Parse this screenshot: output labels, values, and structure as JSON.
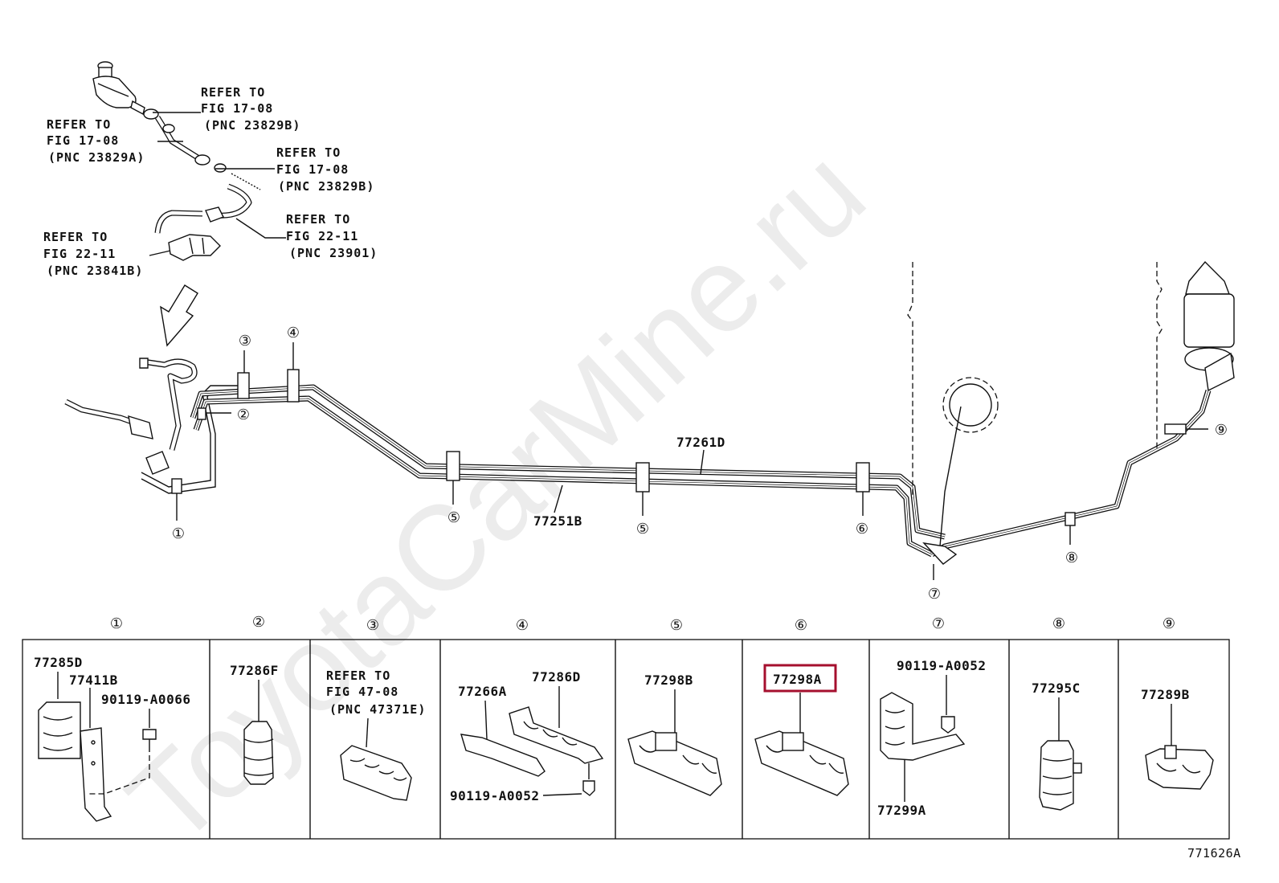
{
  "watermark": "ToyotaCarMine.ru",
  "refs": {
    "tl1": [
      "REFER TO",
      "FIG 17-08",
      "(PNC 23829B)"
    ],
    "tl2": [
      "REFER TO",
      "FIG 17-08",
      "(PNC 23829A)"
    ],
    "tl3": [
      "REFER TO",
      "FIG 17-08",
      "(PNC 23829B)"
    ],
    "tl4": [
      "REFER TO",
      "FIG 22-11",
      "(PNC 23901)"
    ],
    "tl5": [
      "REFER TO",
      "FIG 22-11",
      "(PNC 23841B)"
    ],
    "box3": [
      "REFER TO",
      "FIG 47-08",
      "(PNC 47371E)"
    ]
  },
  "main_parts": {
    "tube_upper": "77261D",
    "tube_lower": "77251B"
  },
  "callouts": [
    "①",
    "②",
    "③",
    "④",
    "⑤",
    "⑤",
    "⑥",
    "⑦",
    "⑧",
    "⑨"
  ],
  "boxes": [
    {
      "circle": "①",
      "labels": [
        "77285D",
        "77411B",
        "90119-A0066"
      ]
    },
    {
      "circle": "②",
      "labels": [
        "77286F"
      ]
    },
    {
      "circle": "③",
      "labels": []
    },
    {
      "circle": "④",
      "labels": [
        "77266A",
        "77286D",
        "90119-A0052"
      ]
    },
    {
      "circle": "⑤",
      "labels": [
        "77298B"
      ]
    },
    {
      "circle": "⑥",
      "labels": [
        "77298A"
      ],
      "highlighted": true
    },
    {
      "circle": "⑦",
      "labels": [
        "90119-A0052",
        "77299A"
      ]
    },
    {
      "circle": "⑧",
      "labels": [
        "77295C"
      ]
    },
    {
      "circle": "⑨",
      "labels": [
        "77289B"
      ]
    }
  ],
  "highlight_color": "#a50f2e",
  "figure_id": "771626A"
}
